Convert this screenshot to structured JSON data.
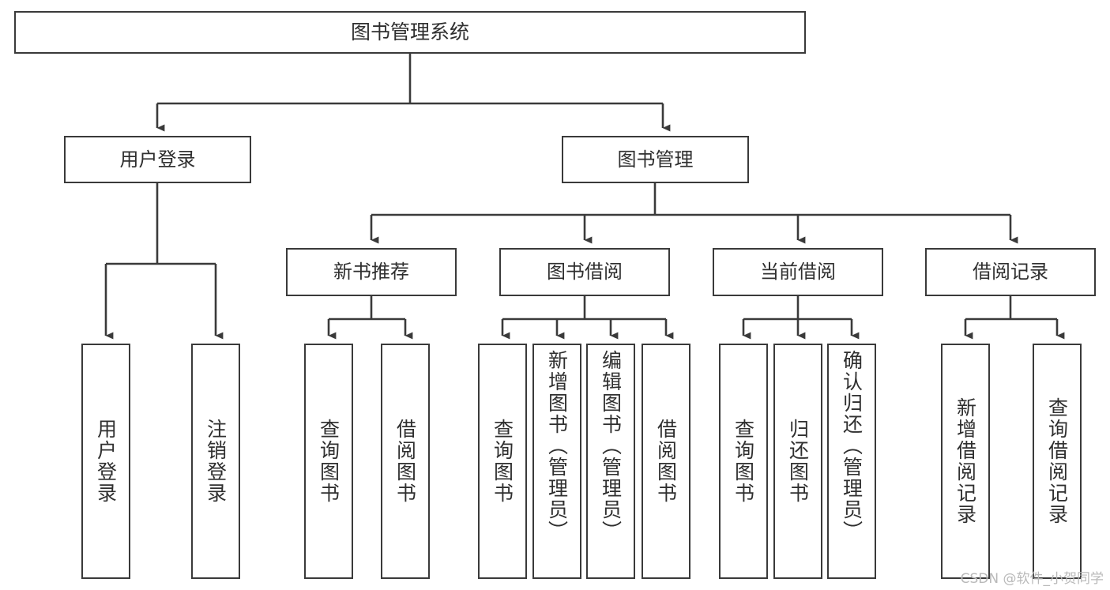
{
  "diagram": {
    "type": "tree",
    "title": "图书管理系统",
    "watermark": "CSDN @软件_小贺同学",
    "colors": {
      "border": "#3a3a3a",
      "text": "#2f2f2f",
      "background": "#ffffff",
      "watermark": "#b9b9b9"
    },
    "root": {
      "label": "图书管理系统"
    },
    "level2": [
      {
        "label": "用户登录"
      },
      {
        "label": "图书管理"
      }
    ],
    "level3": [
      {
        "label": "新书推荐"
      },
      {
        "label": "图书借阅"
      },
      {
        "label": "当前借阅"
      },
      {
        "label": "借阅记录"
      }
    ],
    "leaves": {
      "user_login": [
        {
          "label": "用户登录"
        },
        {
          "label": "注销登录"
        }
      ],
      "new_book": [
        {
          "label": "查询图书"
        },
        {
          "label": "借阅图书"
        }
      ],
      "book_borrow": [
        {
          "label": "查询图书"
        },
        {
          "label": "新增图书（管理员）"
        },
        {
          "label": "编辑图书（管理员）"
        },
        {
          "label": "借阅图书"
        }
      ],
      "current_borrow": [
        {
          "label": "查询图书"
        },
        {
          "label": "归还图书"
        },
        {
          "label": "确认归还（管理员）"
        }
      ],
      "borrow_record": [
        {
          "label": "新增借阅记录"
        },
        {
          "label": "查询借阅记录"
        }
      ]
    }
  }
}
